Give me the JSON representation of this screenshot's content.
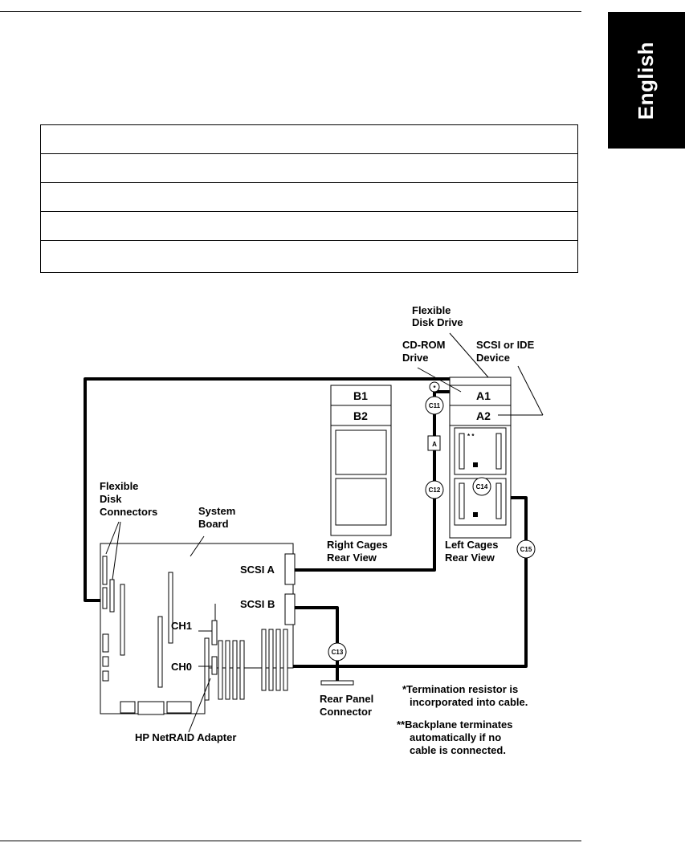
{
  "sidebar_tab": {
    "label": "English"
  },
  "drive_bays": {
    "b1": "B1",
    "b2": "B2",
    "a1": "A1",
    "a2": "A2"
  },
  "labels": {
    "flexible_disk_drive": [
      "Flexible",
      "Disk Drive"
    ],
    "cd_rom_drive": [
      "CD-ROM",
      "Drive"
    ],
    "scsi_or_ide_device": [
      "SCSI or IDE",
      "Device"
    ],
    "flexible_disk_connectors": [
      "Flexible",
      "Disk",
      "Connectors"
    ],
    "system_board": [
      "System",
      "Board"
    ],
    "right_cages": [
      "Right Cages",
      "Rear View"
    ],
    "left_cages": [
      "Left Cages",
      "Rear View"
    ],
    "scsi_a": "SCSI A",
    "scsi_b": "SCSI B",
    "ch1": "CH1",
    "ch0": "CH0",
    "rear_panel_connector": [
      "Rear Panel",
      "Connector"
    ],
    "netraid_adapter": "HP NetRAID Adapter",
    "marker_a": "A",
    "termination_star": "*",
    "backplane_stars": "* *"
  },
  "cables": [
    "C11",
    "C12",
    "C13",
    "C14",
    "C15"
  ],
  "footnotes": {
    "termination": [
      "*Termination resistor is",
      "incorporated into cable."
    ],
    "backplane": [
      "**Backplane terminates",
      "automatically if no",
      "cable is connected."
    ]
  }
}
